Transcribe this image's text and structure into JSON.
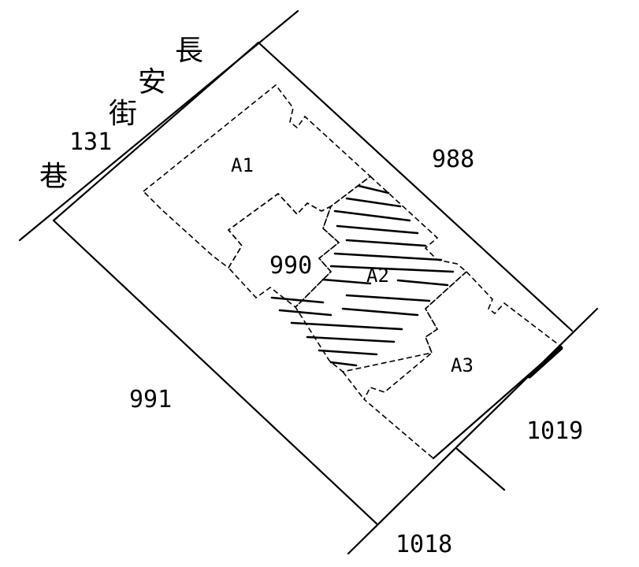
{
  "road": {
    "chars": [
      "長",
      "安",
      "街",
      "巷"
    ],
    "number": "131"
  },
  "parcels": {
    "p988": "988",
    "p990": "990",
    "p991": "991",
    "p1018": "1018",
    "p1019": "1019"
  },
  "areas": {
    "a1": "A1",
    "a2": "A2",
    "a3": "A3"
  }
}
